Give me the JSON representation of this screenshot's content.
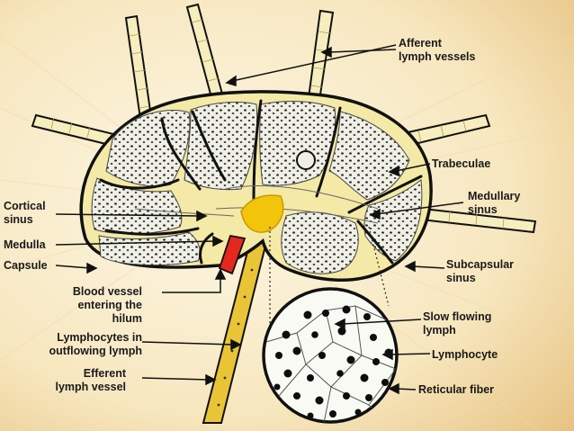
{
  "colors": {
    "background_light": "#fbf3dc",
    "background_dark": "#e8c98a",
    "node_fill": "#f5e9a8",
    "lobule_fill": "#efefe6",
    "hilum": "#f2c40a",
    "blood_vessel": "#e5281e",
    "efferent_vessel": "#e8c436",
    "outline": "#111111"
  },
  "labels": {
    "afferent_line1": "Afferent",
    "afferent_line2": "lymph vessels",
    "trabeculae": "Trabeculae",
    "medullary_line1": "Medullary",
    "medullary_line2": "sinus",
    "cortical_line1": "Cortical",
    "cortical_line2": "sinus",
    "medulla": "Medulla",
    "capsule": "Capsule",
    "subcapsular_line1": "Subcapsular",
    "subcapsular_line2": "sinus",
    "blood_line1": "Blood vessel",
    "blood_line2": "entering the",
    "blood_line3": "hilum",
    "lymphocytes_line1": "Lymphocytes in",
    "lymphocytes_line2": "outflowing lymph",
    "efferent_line1": "Efferent",
    "efferent_line2": "lymph vessel",
    "slow_line1": "Slow flowing",
    "slow_line2": "lymph",
    "lymphocyte": "Lymphocyte",
    "reticular": "Reticular fiber"
  }
}
